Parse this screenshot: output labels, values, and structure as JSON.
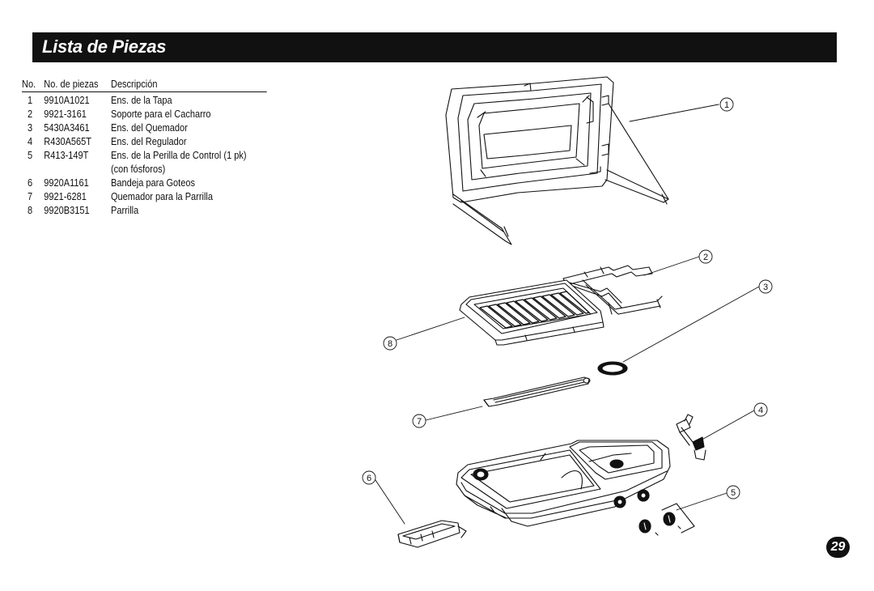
{
  "header": {
    "title": "Lista de Piezas"
  },
  "table": {
    "columns": [
      "No.",
      "No. de piezas",
      "Descripción"
    ],
    "rows": [
      {
        "no": "1",
        "part": "9910A1021",
        "desc": "Ens. de la Tapa"
      },
      {
        "no": "2",
        "part": "9921-3161",
        "desc": "Soporte para el Cacharro"
      },
      {
        "no": "3",
        "part": "5430A3461",
        "desc": "Ens. del Quemador"
      },
      {
        "no": "4",
        "part": "R430A565T",
        "desc": "Ens. del Regulador"
      },
      {
        "no": "5",
        "part": "R413-149T",
        "desc": "Ens. de la Perilla de Control (1 pk)"
      },
      {
        "no": "",
        "part": "",
        "desc": "(con fósforos)"
      },
      {
        "no": "6",
        "part": "9920A1161",
        "desc": "Bandeja para Goteos"
      },
      {
        "no": "7",
        "part": "9921-6281",
        "desc": "Quemador para la Parrilla"
      },
      {
        "no": "8",
        "part": "9920B3151",
        "desc": "Parrilla"
      }
    ]
  },
  "callouts": [
    "1",
    "2",
    "3",
    "4",
    "5",
    "6",
    "7",
    "8"
  ],
  "page_number": "29"
}
